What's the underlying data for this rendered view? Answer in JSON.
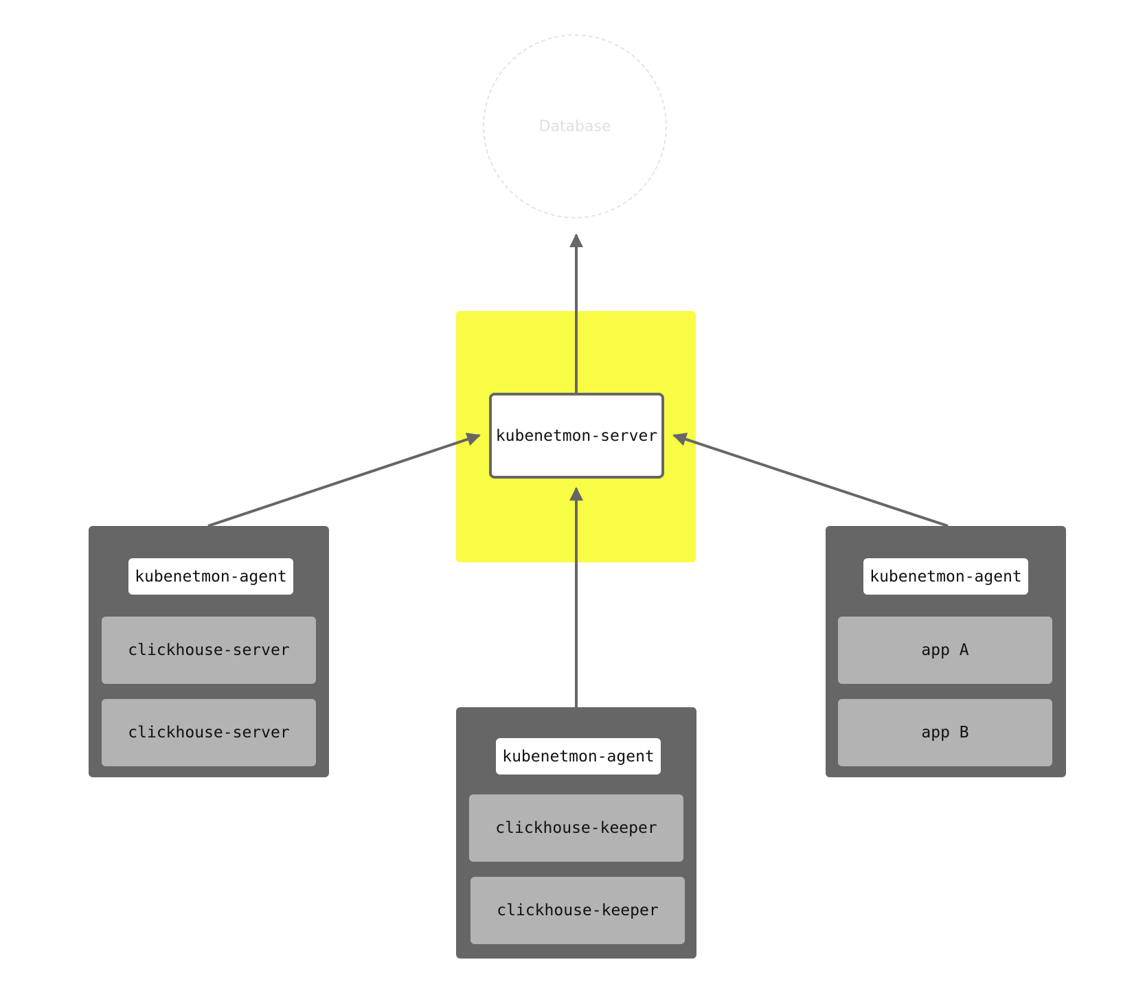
{
  "colors": {
    "highlight": "#f8fc44",
    "group_bg": "#666666",
    "pod_bg": "#b3b3b3",
    "edge": "#666666"
  },
  "database": {
    "label": "Database",
    "style": "faint-dashed-circle"
  },
  "server": {
    "label": "kubenetmon-server"
  },
  "groups": [
    {
      "agent_label": "kubenetmon-agent",
      "pods": [
        "clickhouse-server",
        "clickhouse-server"
      ]
    },
    {
      "agent_label": "kubenetmon-agent",
      "pods": [
        "clickhouse-keeper",
        "clickhouse-keeper"
      ]
    },
    {
      "agent_label": "kubenetmon-agent",
      "pods": [
        "app A",
        "app B"
      ]
    }
  ],
  "edges": [
    {
      "from": "kubenetmon-server",
      "to": "Database"
    },
    {
      "from": "groups.0.kubenetmon-agent",
      "to": "kubenetmon-server"
    },
    {
      "from": "groups.1.kubenetmon-agent",
      "to": "kubenetmon-server"
    },
    {
      "from": "groups.2.kubenetmon-agent",
      "to": "kubenetmon-server"
    }
  ]
}
